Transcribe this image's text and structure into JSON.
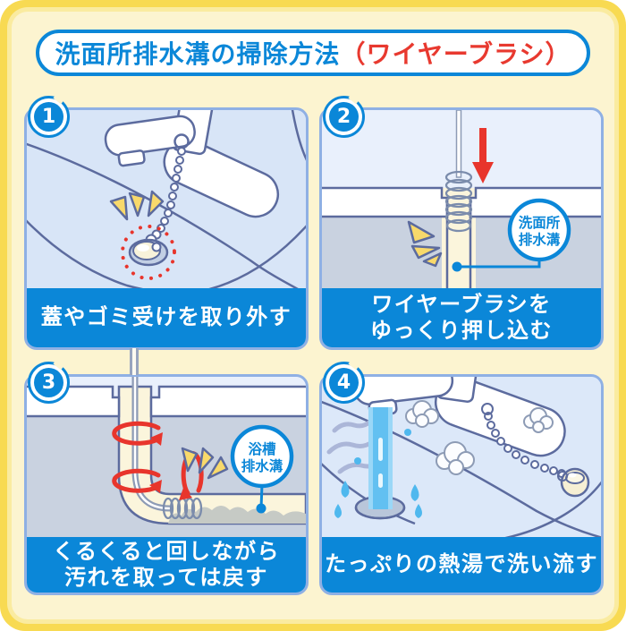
{
  "title": {
    "main": "洗面所排水溝の掃除方法",
    "paren": "（ワイヤーブラシ）"
  },
  "colors": {
    "accent_blue": "#0B87D8",
    "title_red": "#E8392F",
    "frame_yellow": "#F8DA52",
    "background_cream": "#FCF4D0",
    "panel_border": "#8FB0E4",
    "panel_bg": "#D8E5F7",
    "outline_slate": "#5C6B9E",
    "ground_gray": "#C9D2E0",
    "pipe_cream": "#FBF5DC",
    "sparkle_yellow": "#F8D96B",
    "arrow_red": "#E8352C",
    "water_blue": "#62C0F1",
    "steam_lavender": "#ABB6D8"
  },
  "steps": [
    {
      "number": "1",
      "caption_line1": "蓋やゴミ受けを取り外す",
      "caption_line2": ""
    },
    {
      "number": "2",
      "caption_line1": "ワイヤーブラシを",
      "caption_line2": "ゆっくり押し込む",
      "label_line1": "洗面所",
      "label_line2": "排水溝"
    },
    {
      "number": "3",
      "caption_line1": "くるくると回しながら",
      "caption_line2": "汚れを取っては戻す",
      "label_line1": "浴槽",
      "label_line2": "排水溝"
    },
    {
      "number": "4",
      "caption_line1": "たっぷりの熱湯で洗い流す",
      "caption_line2": ""
    }
  ]
}
